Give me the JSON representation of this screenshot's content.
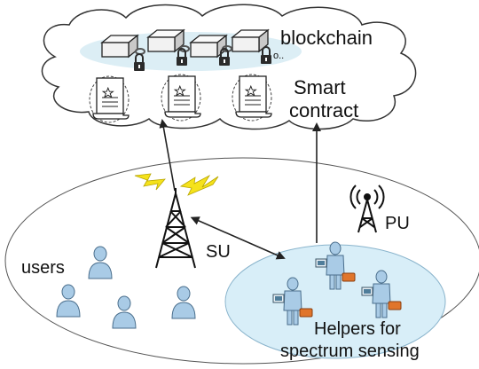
{
  "labels": {
    "blockchain": "blockchain",
    "smart_contract_line1": "Smart",
    "smart_contract_line2": "contract",
    "pu": "PU",
    "su": "SU",
    "users": "users",
    "helpers_line1": "Helpers for",
    "helpers_line2": "spectrum sensing",
    "dots": "o.."
  },
  "colors": {
    "cloud_fill": "#ffffff",
    "cloud_stroke": "#333333",
    "chain_band": "#dceef5",
    "block_front": "#f2f2f2",
    "block_side": "#c9c9c9",
    "lock": "#2b2b2b",
    "helper_zone": "#d8eef8",
    "person_fill": "#a9cbe6",
    "person_stroke": "#4a6e8c",
    "briefcase": "#e0752b",
    "lightning": "#f5e21b",
    "arrow": "#222222"
  }
}
